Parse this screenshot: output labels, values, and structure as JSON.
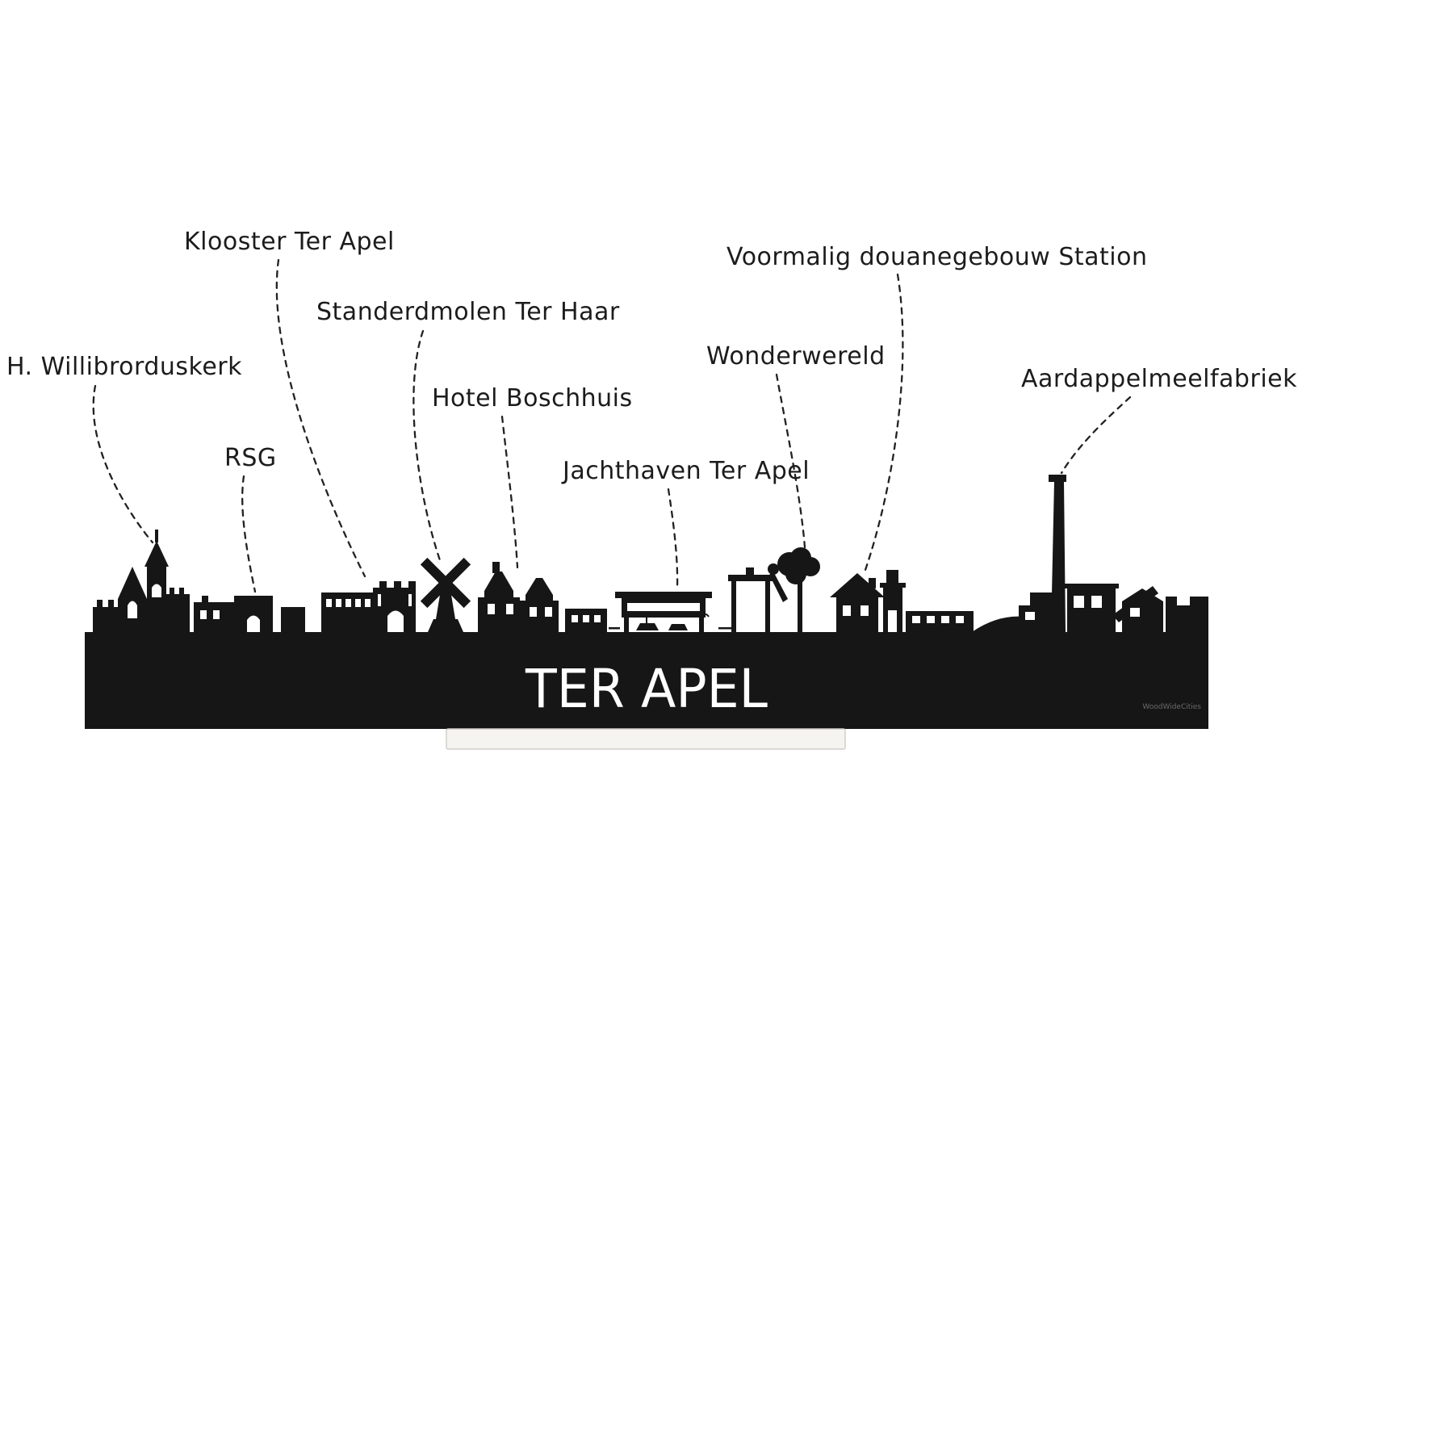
{
  "skyline": {
    "title": "TER APEL",
    "watermark": "WoodWideCities",
    "colors": {
      "silhouette": "#161616",
      "background": "#ffffff",
      "line": "#222222",
      "stand": "#f6f4f0",
      "stand_border": "#d2cfca"
    },
    "labels": [
      {
        "id": "willibrorduskerk",
        "text": "H. Willibrorduskerk"
      },
      {
        "id": "rsg",
        "text": "RSG"
      },
      {
        "id": "klooster",
        "text": "Klooster Ter Apel"
      },
      {
        "id": "standerdmolen",
        "text": "Standerdmolen Ter Haar"
      },
      {
        "id": "hotel-boschhuis",
        "text": "Hotel Boschhuis"
      },
      {
        "id": "jachthaven",
        "text": "Jachthaven Ter Apel"
      },
      {
        "id": "wonderwereld",
        "text": "Wonderwereld"
      },
      {
        "id": "douanegebouw",
        "text": "Voormalig douanegebouw Station"
      },
      {
        "id": "aardappelmeelfabriek",
        "text": "Aardappelmeelfabriek"
      }
    ]
  }
}
